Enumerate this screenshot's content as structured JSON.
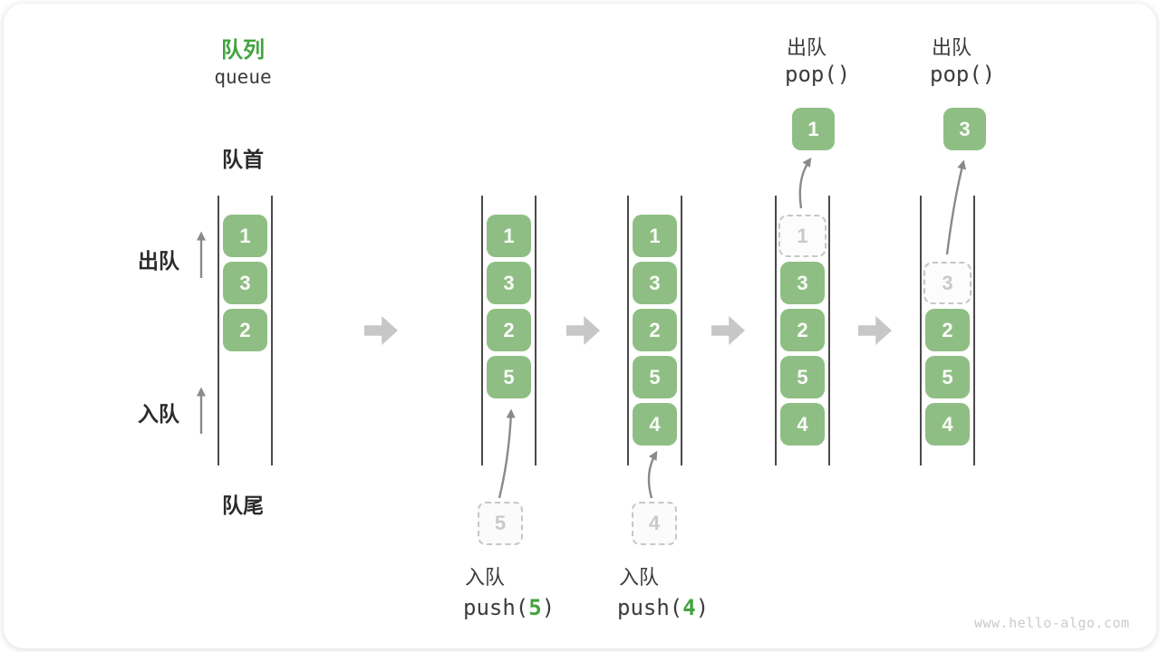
{
  "title": {
    "zh": "队列",
    "en": "queue"
  },
  "side_labels": {
    "front": "队首",
    "rear": "队尾",
    "dequeue": "出队",
    "enqueue": "入队"
  },
  "states": [
    {
      "boxes": [
        "1",
        "3",
        "2"
      ]
    },
    {
      "boxes": [
        "1",
        "3",
        "2",
        "5"
      ],
      "pending": "5",
      "op_label": "入队",
      "op_fn": "push(",
      "op_arg": "5",
      "op_close": ")"
    },
    {
      "boxes": [
        "1",
        "3",
        "2",
        "5",
        "4"
      ],
      "pending": "4",
      "op_label": "入队",
      "op_fn": "push(",
      "op_arg": "4",
      "op_close": ")"
    },
    {
      "ghost": "1",
      "boxes": [
        "3",
        "2",
        "5",
        "4"
      ],
      "popped": "1",
      "op_label": "出队",
      "op_code": "pop()"
    },
    {
      "ghost": "3",
      "boxes": [
        "2",
        "5",
        "4"
      ],
      "popped": "3",
      "op_label": "出队",
      "op_code": "pop()"
    }
  ],
  "watermark": "www.hello-algo.com",
  "colors": {
    "green_box": "#8FBE84",
    "green_accent": "#43A33F",
    "box_text": "#FAFCF8",
    "ink": "#2B2B2B",
    "ink_soft": "#3C3C3C",
    "line": "#4A4A4A",
    "arrow": "#8A8A8A",
    "block_arrow": "#C7C7C7",
    "ghost_border": "#C7C7C7",
    "ghost_text": "#C9C9C9",
    "watermark": "#CBCBCB"
  }
}
